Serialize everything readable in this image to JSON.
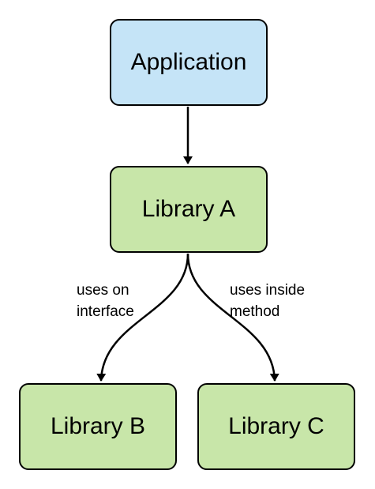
{
  "nodes": {
    "application": {
      "label": "Application",
      "fill": "#c5e4f7"
    },
    "library_a": {
      "label": "Library A",
      "fill": "#c8e6a9"
    },
    "library_b": {
      "label": "Library B",
      "fill": "#c8e6a9"
    },
    "library_c": {
      "label": "Library C",
      "fill": "#c8e6a9"
    }
  },
  "edges": {
    "a_to_b": {
      "line1": "uses on",
      "line2": "interface"
    },
    "a_to_c": {
      "line1": "uses inside",
      "line2": "method"
    }
  },
  "colors": {
    "stroke": "#000000",
    "background": "#ffffff"
  }
}
